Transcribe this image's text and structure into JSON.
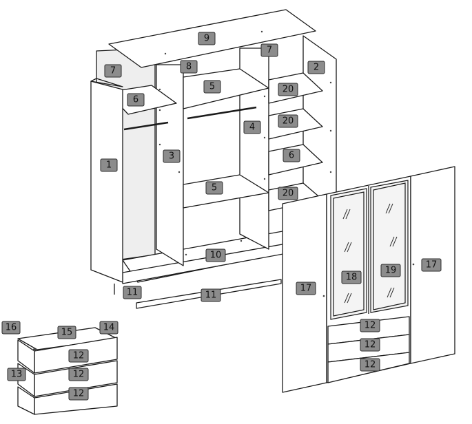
{
  "part_labels": [
    "1",
    "2",
    "3",
    "4",
    "5",
    "6",
    "7",
    "8",
    "9",
    "10",
    "11",
    "12",
    "13",
    "14",
    "15",
    "16",
    "17",
    "18",
    "19",
    "20"
  ],
  "colors": {
    "label_fill": "#8c8c8c",
    "line": "#1a1a1a",
    "background": "#ffffff"
  }
}
